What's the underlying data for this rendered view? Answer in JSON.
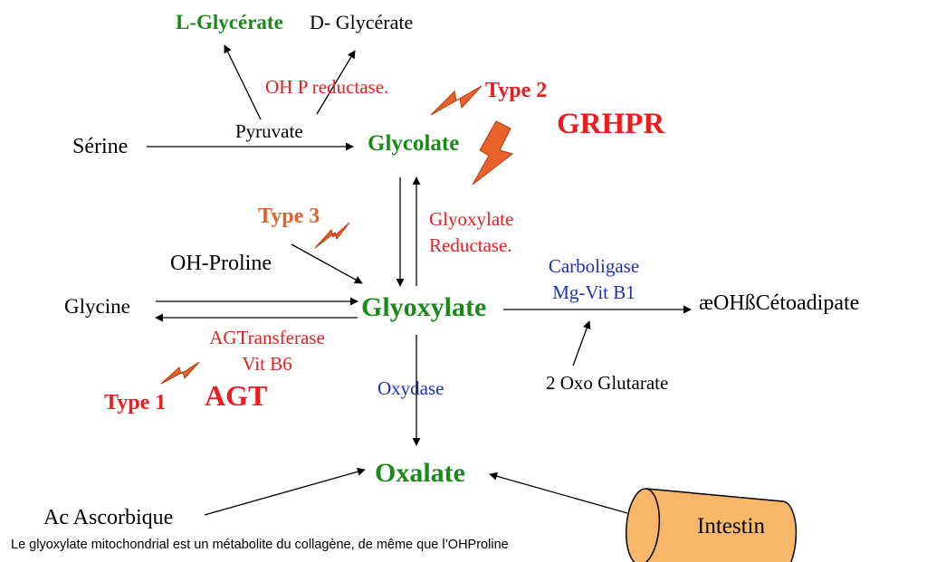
{
  "nodes": {
    "l_glycerate": "L-Glycérate",
    "d_glycerate": "D- Glycérate",
    "pyruvate": "Pyruvate",
    "serine": "Sérine",
    "glycolate": "Glycolate",
    "oh_proline": "OH-Proline",
    "glycine": "Glycine",
    "glyoxylate": "Glyoxylate",
    "oxalate": "Oxalate",
    "ketoadipate": "æOHßCétoadipate",
    "oxo_glutarate": "2 Oxo Glutarate",
    "ac_ascorbique": "Ac Ascorbique",
    "intestin": "Intestin"
  },
  "enzymes": {
    "oh_p_reductase": "OH P reductase.",
    "glyoxylate_reductase_line1": "Glyoxylate",
    "glyoxylate_reductase_line2": "Reductase.",
    "agt_line1": "AGTransferase",
    "agt_line2": "Vit B6",
    "carboligase_line1": "Carboligase",
    "carboligase_line2": "Mg-Vit B1",
    "oxydase": "Oxydase"
  },
  "deficits": {
    "type2": "Type 2",
    "grhpr": "GRHPR",
    "type3": "Type 3",
    "type1": "Type 1",
    "agt": "AGT"
  },
  "caption": "Le glyoxylate mitochondrial est un métabolite du collagène, de même que l’OHProline",
  "colors": {
    "metabolite_green": "#1b8a1b",
    "enzyme_red": "#ee1c1c",
    "enzyme_blue": "#1f2fb8",
    "type3_orange": "#e0622a",
    "bolt_orange": "#e8622a",
    "intestin_fill": "#f6b868"
  },
  "icons": [
    "lightning-bolt-icon",
    "intestin-cylinder-icon"
  ]
}
